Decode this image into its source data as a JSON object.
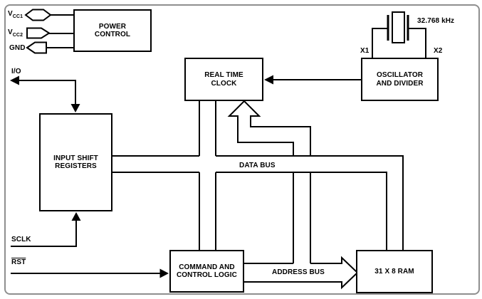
{
  "frame": {
    "background": "#ffffff",
    "border_color": "#8f8f8f"
  },
  "blocks": {
    "power_control": {
      "label": "POWER\nCONTROL"
    },
    "real_time_clock": {
      "label": "REAL TIME\nCLOCK"
    },
    "oscillator_divider": {
      "label": "OSCILLATOR\nAND DIVIDER"
    },
    "input_shift_registers": {
      "label": "INPUT SHIFT\nREGISTERS"
    },
    "command_control_logic": {
      "label": "COMMAND AND\nCONTROL LOGIC"
    },
    "ram": {
      "label": "31 X 8 RAM"
    }
  },
  "pins": {
    "vcc1": {
      "main": "V",
      "sub": "CC1"
    },
    "vcc2": {
      "main": "V",
      "sub": "CC2"
    },
    "gnd": {
      "label": "GND"
    },
    "io": {
      "label": "I/O"
    },
    "sclk": {
      "label": "SCLK"
    },
    "rst": {
      "label": "RST"
    },
    "x1": {
      "label": "X1"
    },
    "x2": {
      "label": "X2"
    }
  },
  "labels": {
    "crystal_frequency": "32.768 kHz",
    "data_bus": "DATA BUS",
    "address_bus": "ADDRESS BUS"
  },
  "colors": {
    "line": "#000000",
    "text": "#000000"
  }
}
